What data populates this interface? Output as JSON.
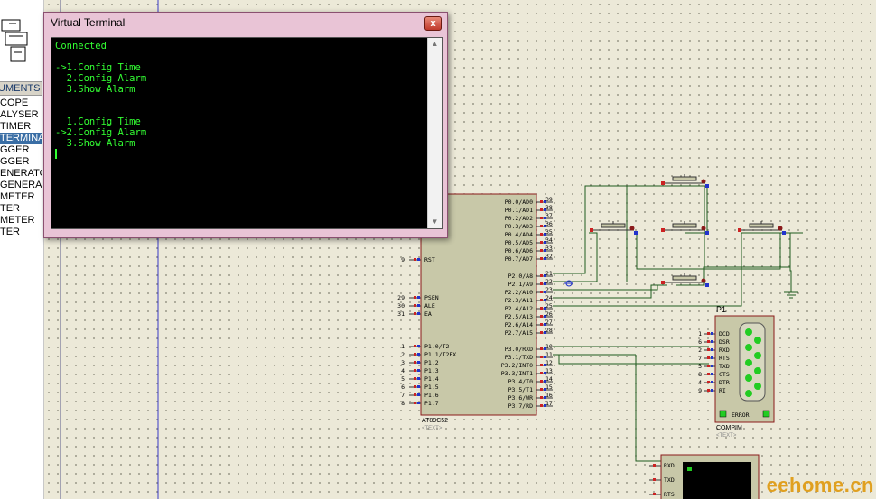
{
  "instruments_panel": {
    "header": "UMENTS",
    "items": [
      {
        "label": "COPE",
        "selected": false
      },
      {
        "label": "ALYSER",
        "selected": false
      },
      {
        "label": "TIMER",
        "selected": false
      },
      {
        "label": "TERMINA",
        "selected": true
      },
      {
        "label": "GGER",
        "selected": false
      },
      {
        "label": "GGER",
        "selected": false
      },
      {
        "label": "ENERATO",
        "selected": false
      },
      {
        "label": "GENERA",
        "selected": false
      },
      {
        "label": "METER",
        "selected": false
      },
      {
        "label": "TER",
        "selected": false
      },
      {
        "label": "METER",
        "selected": false
      },
      {
        "label": "TER",
        "selected": false
      }
    ]
  },
  "virtual_terminal": {
    "title": "Virtual Terminal",
    "close_label": "x",
    "lines": [
      "Connected",
      "",
      "->1.Config Time",
      "  2.Config Alarm",
      "  3.Show Alarm",
      "",
      "",
      "  1.Config Time",
      "->2.Config Alarm",
      "  3.Show Alarm"
    ],
    "text_color": "#33ff33",
    "background": "#000000"
  },
  "mcu": {
    "name": "AT89C52",
    "text_prop": "<TEXT>",
    "left_pins": [
      {
        "num": "9",
        "label": "RST"
      },
      {
        "num": "29",
        "label": "PSEN"
      },
      {
        "num": "30",
        "label": "ALE"
      },
      {
        "num": "31",
        "label": "EA"
      },
      {
        "num": "1",
        "label": "P1.0/T2"
      },
      {
        "num": "2",
        "label": "P1.1/T2EX"
      },
      {
        "num": "3",
        "label": "P1.2"
      },
      {
        "num": "4",
        "label": "P1.3"
      },
      {
        "num": "5",
        "label": "P1.4"
      },
      {
        "num": "6",
        "label": "P1.5"
      },
      {
        "num": "7",
        "label": "P1.6"
      },
      {
        "num": "8",
        "label": "P1.7"
      }
    ],
    "right_pins": [
      {
        "num": "39",
        "label": "P0.0/AD0"
      },
      {
        "num": "38",
        "label": "P0.1/AD1"
      },
      {
        "num": "37",
        "label": "P0.2/AD2"
      },
      {
        "num": "36",
        "label": "P0.3/AD3"
      },
      {
        "num": "35",
        "label": "P0.4/AD4"
      },
      {
        "num": "34",
        "label": "P0.5/AD5"
      },
      {
        "num": "33",
        "label": "P0.6/AD6"
      },
      {
        "num": "32",
        "label": "P0.7/AD7"
      },
      {
        "num": "21",
        "label": "P2.0/A8"
      },
      {
        "num": "22",
        "label": "P2.1/A9"
      },
      {
        "num": "23",
        "label": "P2.2/A10"
      },
      {
        "num": "24",
        "label": "P2.3/A11"
      },
      {
        "num": "25",
        "label": "P2.4/A12"
      },
      {
        "num": "26",
        "label": "P2.5/A13"
      },
      {
        "num": "27",
        "label": "P2.6/A14"
      },
      {
        "num": "28",
        "label": "P2.7/A15"
      },
      {
        "num": "10",
        "label": "P3.0/RXD"
      },
      {
        "num": "11",
        "label": "P3.1/TXD"
      },
      {
        "num": "12",
        "label": "P3.2/INT0"
      },
      {
        "num": "13",
        "label": "P3.3/INT1"
      },
      {
        "num": "14",
        "label": "P3.4/T0"
      },
      {
        "num": "15",
        "label": "P3.5/T1"
      },
      {
        "num": "16",
        "label": "P3.6/WR"
      },
      {
        "num": "17",
        "label": "P3.7/RD"
      }
    ]
  },
  "compim": {
    "ref": "P1",
    "name": "COMPIM",
    "text_prop": "<TEXT>",
    "status": "ERROR",
    "pins": [
      {
        "num": "1",
        "label": "DCD"
      },
      {
        "num": "6",
        "label": "DSR"
      },
      {
        "num": "2",
        "label": "RXD"
      },
      {
        "num": "7",
        "label": "RTS"
      },
      {
        "num": "3",
        "label": "TXD"
      },
      {
        "num": "8",
        "label": "CTS"
      },
      {
        "num": "4",
        "label": "DTR"
      },
      {
        "num": "9",
        "label": "RI"
      }
    ]
  },
  "terminal_component": {
    "pins": [
      "RXD",
      "TXD",
      "RTS"
    ]
  },
  "watermark": "eehome.cn",
  "colors": {
    "wire": "#1e5a1e",
    "component_body": "#c8c8a8",
    "component_outline": "#8a1a1a",
    "pin_red": "#cc2222",
    "pin_blue": "#2233cc",
    "canvas": "#ece9d8",
    "selection": "#3a6ea5"
  }
}
